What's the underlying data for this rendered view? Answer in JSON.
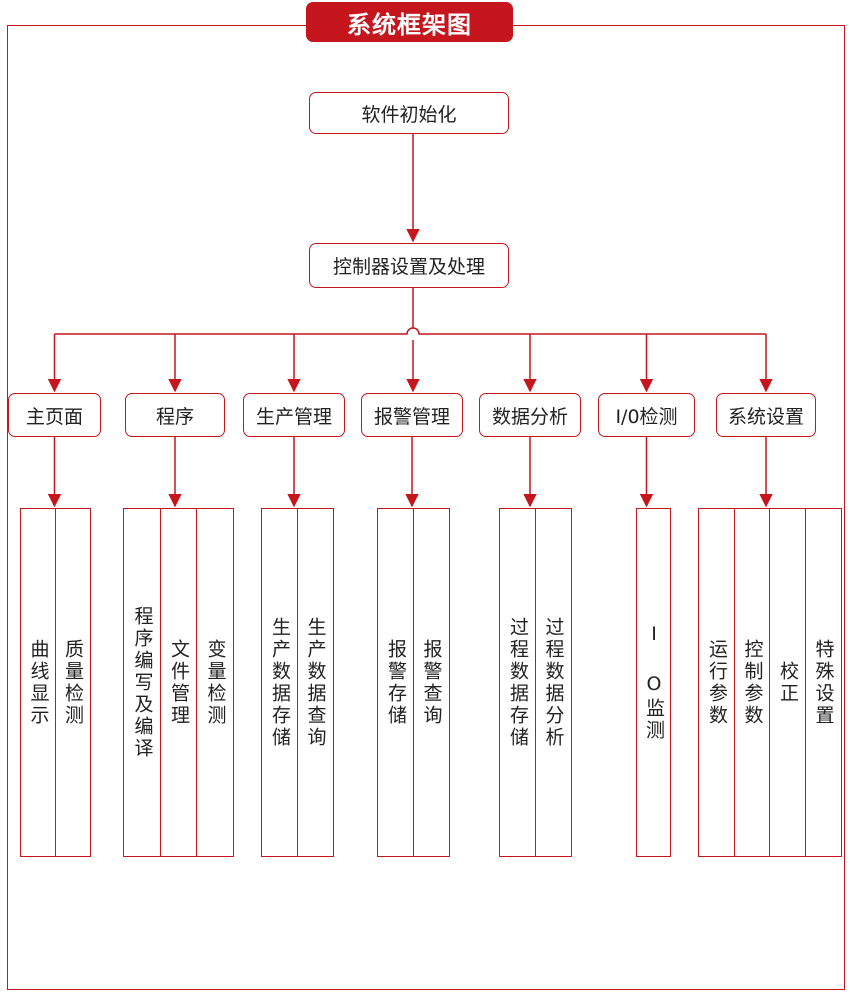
{
  "title": "系统框架图",
  "root": {
    "label": "软件初始化"
  },
  "controller": {
    "label": "控制器设置及处理"
  },
  "modules": [
    {
      "key": "main",
      "label": "主页面",
      "subs": [
        [
          "曲线显示"
        ],
        [
          "质量检测"
        ]
      ]
    },
    {
      "key": "program",
      "label": "程序",
      "subs": [
        [
          "程序编写及编译"
        ],
        [
          "文件管理"
        ],
        [
          "变量检测"
        ]
      ]
    },
    {
      "key": "production",
      "label": "生产管理",
      "subs": [
        [
          "生产数据存储"
        ],
        [
          "生产数据查询"
        ]
      ]
    },
    {
      "key": "alarm",
      "label": "报警管理",
      "subs": [
        [
          "报警存储"
        ],
        [
          "报警查询"
        ]
      ]
    },
    {
      "key": "analysis",
      "label": "数据分析",
      "subs": [
        [
          "过程数据存储"
        ],
        [
          "过程数据分析"
        ]
      ]
    },
    {
      "key": "io",
      "label": "I/0检测",
      "subs": [
        [
          "I O监测"
        ]
      ]
    },
    {
      "key": "settings",
      "label": "系统设置",
      "subs": [
        [
          "运行参数"
        ],
        [
          "控制参数"
        ],
        [
          "校正"
        ],
        [
          "特殊设置"
        ]
      ]
    }
  ],
  "colors": {
    "accent": "#c4161c",
    "text": "#222222",
    "background": "#ffffff"
  }
}
